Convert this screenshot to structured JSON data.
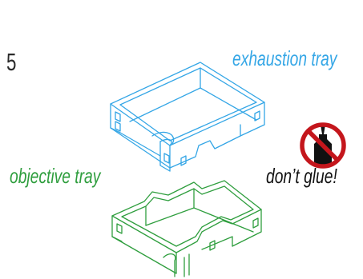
{
  "step_number": "5",
  "labels": {
    "exhaustion_tray": "exhaustion tray",
    "objective_tray": "objective tray",
    "dont_glue": "don’t glue!"
  },
  "icons": {
    "no_glue": "no-glue-prohibition-icon"
  },
  "colors": {
    "exhaustion_tray": "#34a6e6",
    "objective_tray": "#2f9e3e",
    "prohibition": "#c4161c",
    "glue_bottle": "#111111",
    "step_text": "#2a2a2a"
  }
}
